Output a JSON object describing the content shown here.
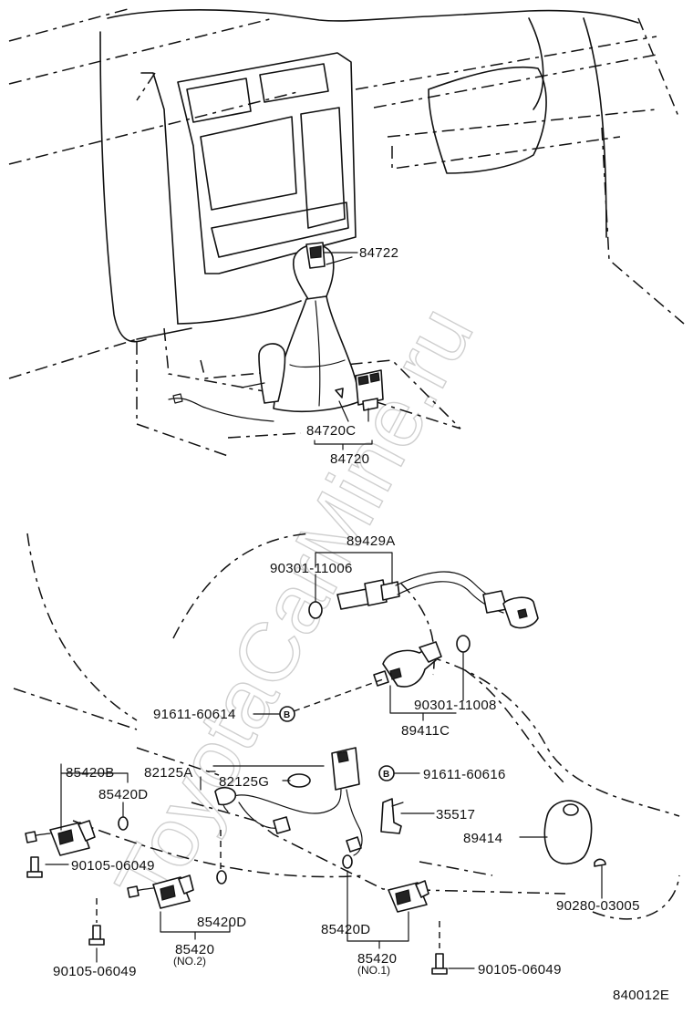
{
  "watermark": "ToyotaCarMine.ru",
  "footer_code": "840012E",
  "b_marker": "B",
  "labels": {
    "p84722": "84722",
    "p84720C": "84720C",
    "p84720": "84720",
    "p89429A": "89429A",
    "p90301_11006": "90301-11006",
    "p91611_60614": "91611-60614",
    "p90301_11008": "90301-11008",
    "p89411C": "89411C",
    "p85420B": "85420B",
    "p82125A": "82125A",
    "p85420D_top": "85420D",
    "p82125G": "82125G",
    "p91611_60616": "91611-60616",
    "p35517": "35517",
    "p89414": "89414",
    "p90105_06049_left": "90105-06049",
    "p85420D_mid": "85420D",
    "p85420_no2": "85420",
    "no2": "(NO.2)",
    "p90105_06049_bottom": "90105-06049",
    "p85420D_right": "85420D",
    "p85420_no1": "85420",
    "no1": "(NO.1)",
    "p90105_06049_right": "90105-06049",
    "p90280_03005": "90280-03005"
  }
}
